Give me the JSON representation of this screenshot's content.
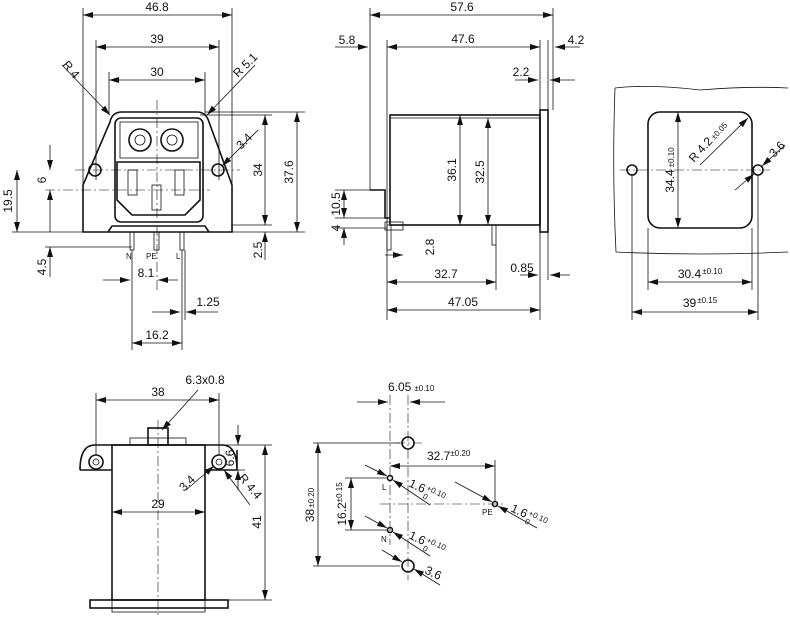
{
  "front_view": {
    "overall_width": "46.8",
    "hole_spacing": "39",
    "body_width": "30",
    "radius_left": "R 4",
    "radius_right": "R 5.1",
    "hole_diameter": "3.4",
    "body_height": "34",
    "overall_height": "37.6",
    "hole_height": "19.5",
    "offset": "6",
    "pin_length": "4.5",
    "base_offset": "2.5",
    "pin_spacing_pe": "8.1",
    "pin_width": "1.25",
    "pin_spacing_nl": "16.2",
    "pin_labels": [
      "N",
      "PE",
      "L"
    ]
  },
  "side_view": {
    "overall_length": "57.6",
    "flange_offset": "5.8",
    "body_length": "47.6",
    "rear_offset": "4.2",
    "flange_thickness": "2.2",
    "height_1": "36.1",
    "height_2": "32.5",
    "pin_height": "10.5",
    "pin_base": "4",
    "pin_width": "2.8",
    "pin_distance": "32.7",
    "gap": "0.85",
    "total_depth": "47.05"
  },
  "panel_cutout": {
    "cutout_height": "34.4",
    "cutout_height_tol": "±0.10",
    "corner_radius": "R 4.2",
    "corner_radius_tol": "±0.05",
    "hole_diameter": "3.6",
    "cutout_width": "30.4",
    "cutout_width_tol": "±0.10",
    "hole_spacing": "39",
    "hole_spacing_tol": "±0.15"
  },
  "top_view": {
    "flange_width": "38",
    "tab_size": "6.3x0.8",
    "body_width": "29",
    "flange_height": "6.6",
    "body_depth": "41",
    "hole_diameter": "3.4",
    "radius": "R 4.4"
  },
  "pcb_layout": {
    "offset_x": "6.05",
    "offset_x_tol": "±0.10",
    "pe_distance": "32.7",
    "pe_distance_tol": "±0.20",
    "hole_spacing": "38",
    "hole_spacing_tol": "±0.20",
    "pin_spacing": "16.2",
    "pin_spacing_tol": "±0.15",
    "pin_hole": "1.6",
    "pin_hole_tol_upper": "+0.10",
    "pin_hole_tol_lower": "0",
    "mount_hole": "3.6",
    "pin_labels": [
      "L",
      "PE",
      "N"
    ]
  }
}
